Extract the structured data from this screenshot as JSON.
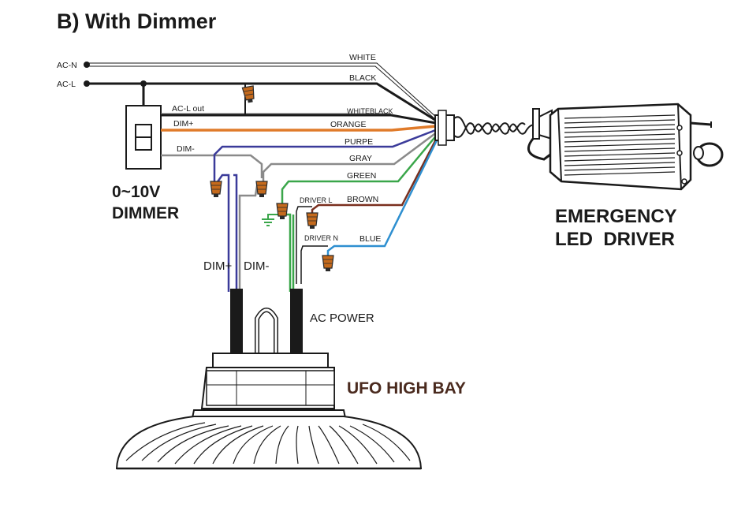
{
  "title": "B) With Dimmer",
  "inputs": {
    "acn": "AC-N",
    "acl": "AC-L"
  },
  "dimmer": {
    "label_line1": "0~10V",
    "label_line2": "DIMMER",
    "wire_acl_out": "AC-L out",
    "wire_dim_plus": "DIM+",
    "wire_dim_minus": "DIM-"
  },
  "wires": {
    "white": "WHITE",
    "black": "BLACK",
    "white_black": "WHITEBLACK",
    "orange": "ORANGE",
    "purple": "PURPE",
    "gray": "GRAY",
    "green": "GREEN",
    "brown": "BROWN",
    "blue": "BLUE",
    "driver_l": "DRIVER L",
    "driver_n": "DRIVER N"
  },
  "fixture": {
    "dim_plus": "DIM+",
    "dim_minus": "DIM-",
    "ac_power": "AC POWER",
    "name": "UFO HIGH BAY"
  },
  "driver": {
    "line1": "EMERGENCY",
    "line2": "LED  DRIVER"
  },
  "colors": {
    "white_wire": "#6e6e6e",
    "black_wire": "#1a1a1a",
    "orange_wire": "#e07b2a",
    "purple_wire": "#3b3b9a",
    "gray_wire": "#8a8a8a",
    "green_wire": "#3aa64a",
    "brown_wire": "#7a2f1e",
    "blue_wire": "#2e8fd0",
    "connector": "#c56a1c"
  }
}
